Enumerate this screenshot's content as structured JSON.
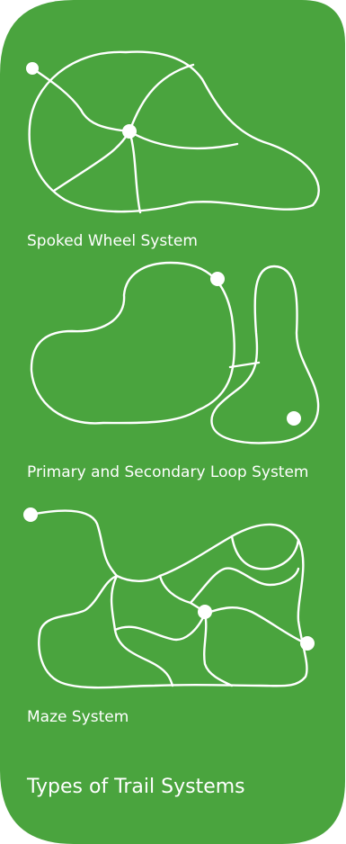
{
  "colors": {
    "panel": "#4aa43e",
    "line": "#ffffff",
    "background": "#ffffff"
  },
  "systems": [
    {
      "label": "Spoked Wheel System"
    },
    {
      "label": "Primary and Secondary Loop System"
    },
    {
      "label": "Maze System"
    }
  ],
  "title": "Types of Trail Systems"
}
